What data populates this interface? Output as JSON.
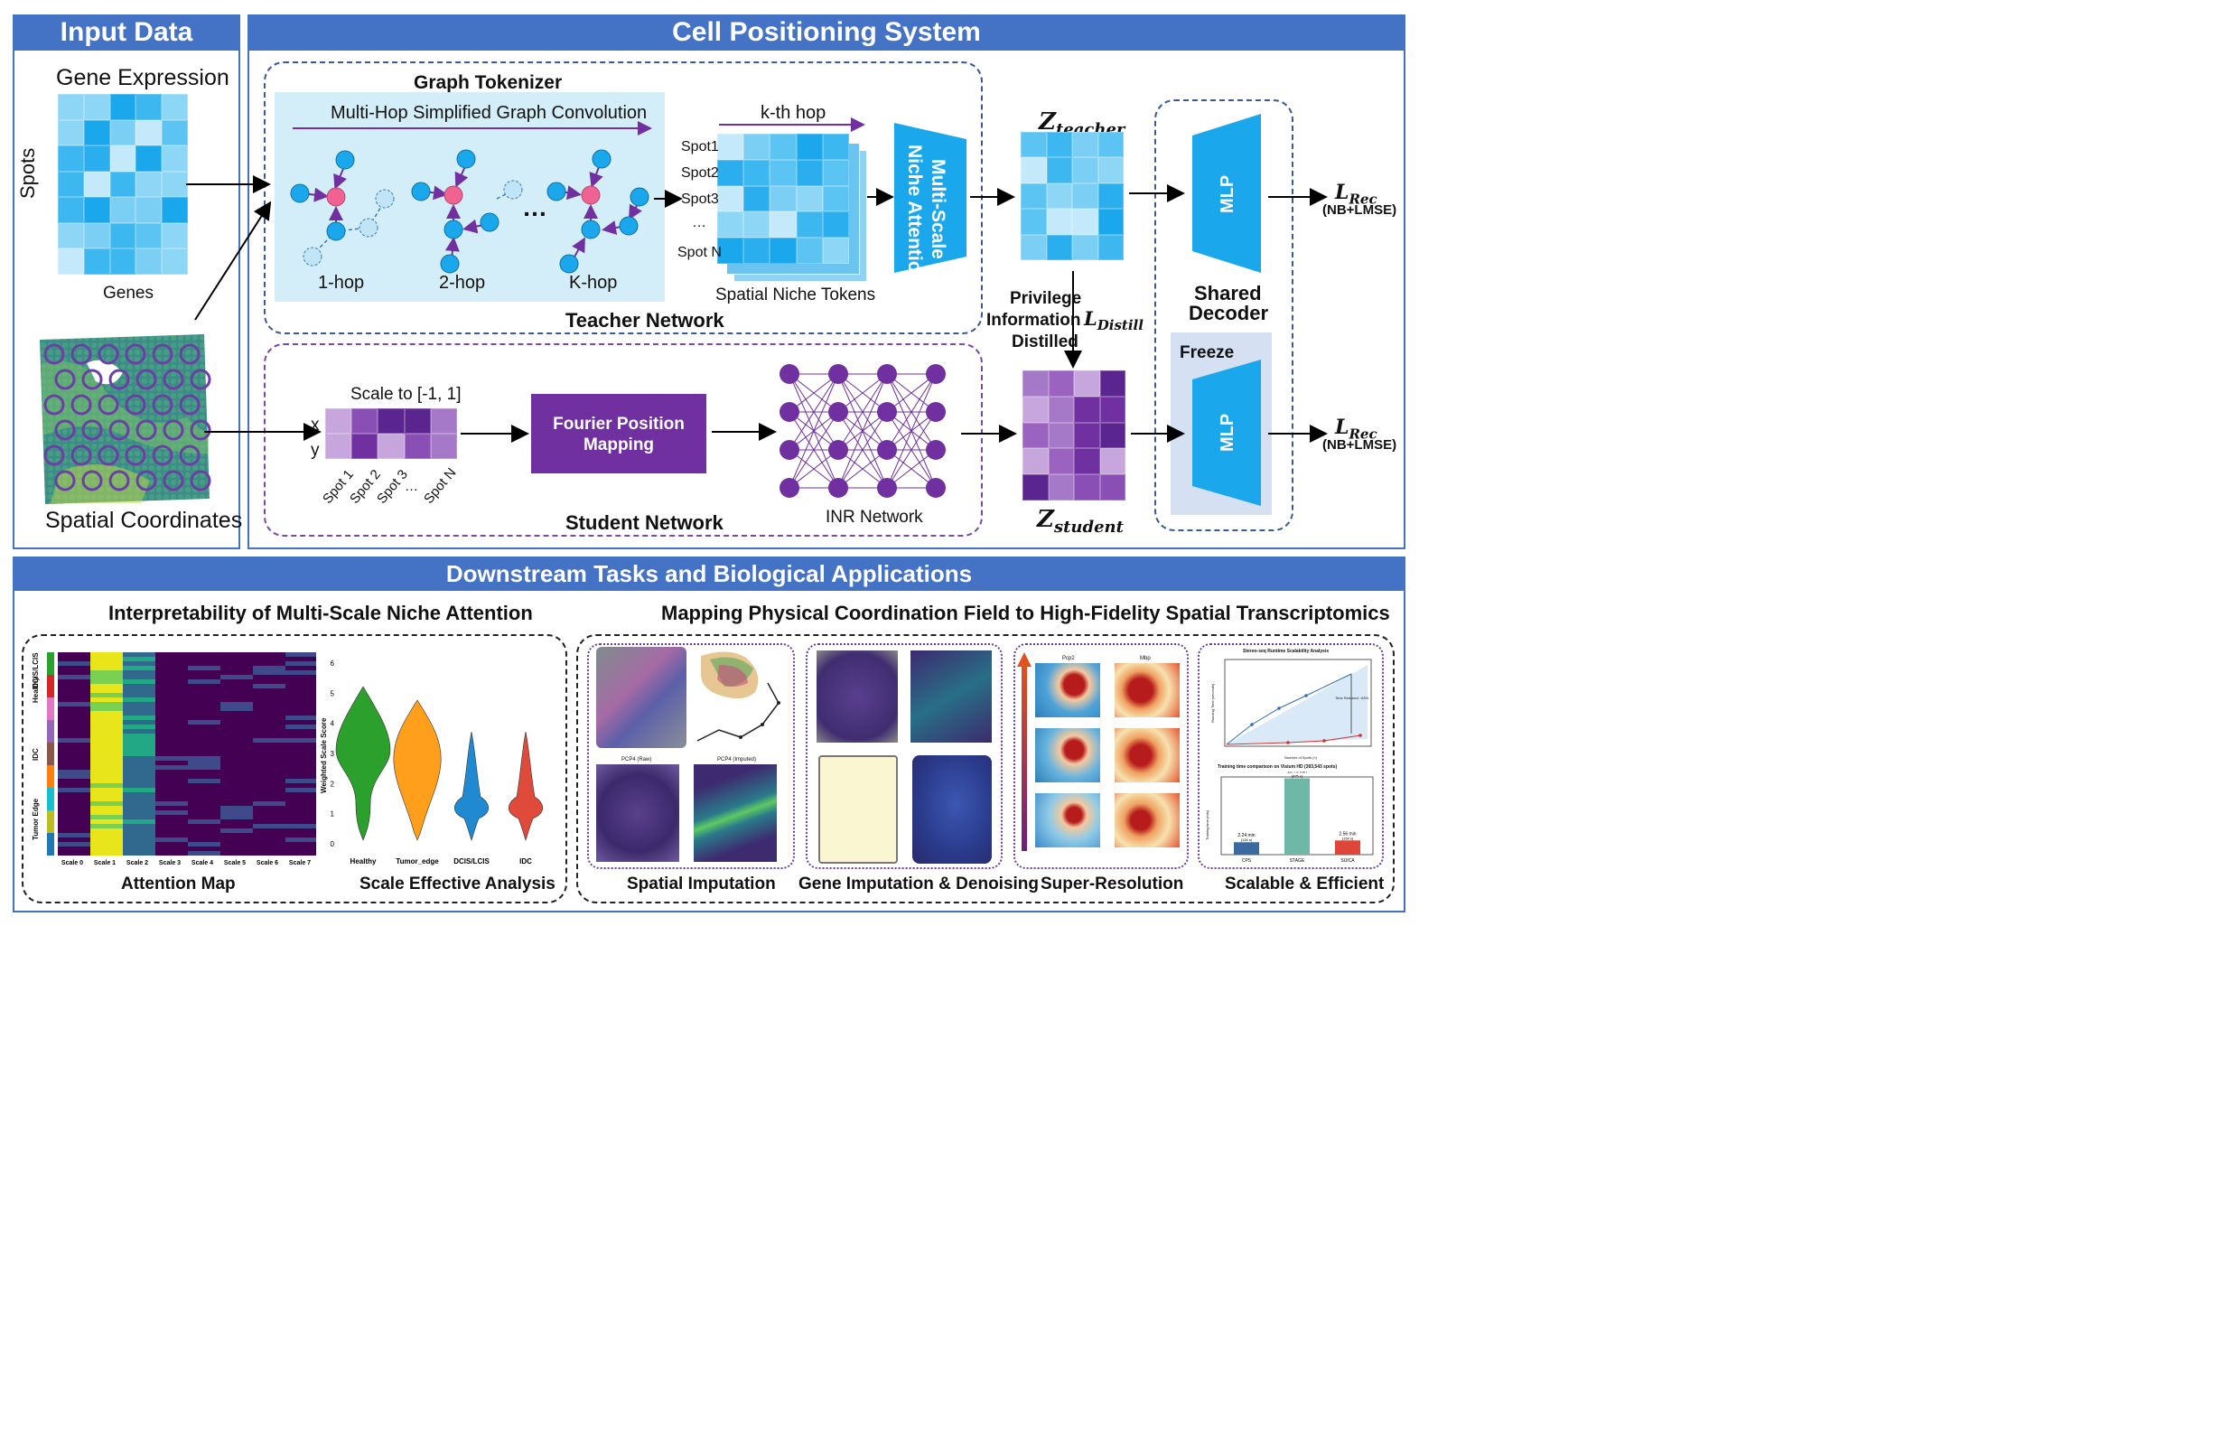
{
  "input_panel": {
    "title": "Input Data",
    "gene_expression": "Gene Expression",
    "spots": "Spots",
    "genes": "Genes",
    "spatial_coordinates": "Spatial Coordinates"
  },
  "cps_panel": {
    "title": "Cell Positioning System",
    "graph_tokenizer": "Graph Tokenizer",
    "multi_hop": "Multi-Hop Simplified Graph Convolution",
    "hop1": "1-hop",
    "hop2": "2-hop",
    "hopk": "K-hop",
    "ellipsis": "…",
    "kth_hop": "k-th hop",
    "spot_labels": [
      "Spot1",
      "Spot2",
      "Spot3",
      "…",
      "Spot N"
    ],
    "spatial_niche_tokens": "Spatial Niche Tokens",
    "multi_scale": "Multi-Scale",
    "niche_attention": "Niche Attention",
    "teacher_network": "Teacher Network",
    "z_teacher": "Z",
    "z_teacher_sub": "teacher",
    "privilege": "Privilege",
    "information": "Information",
    "distilled": "Distilled",
    "l_distill": "L",
    "l_distill_sub": "Distill",
    "scale_to": "Scale to [-1, 1]",
    "x": "x",
    "y": "y",
    "spot_axis": [
      "Spot 1",
      "Spot 2",
      "Spot 3",
      "…",
      "Spot N"
    ],
    "fourier_line1": "Fourier Position",
    "fourier_line2": "Mapping",
    "inr_network": "INR Network",
    "student_network": "Student Network",
    "z_student": "Z",
    "z_student_sub": "student",
    "mlp": "MLP",
    "shared": "Shared",
    "decoder": "Decoder",
    "freeze": "Freeze",
    "l_rec": "L",
    "l_rec_sub": "Rec",
    "nb_lmse": "(NB+LMSE)"
  },
  "downstream": {
    "title": "Downstream Tasks and Biological Applications",
    "left_title": "Interpretability of Multi-Scale Niche Attention",
    "right_title": "Mapping Physical Coordination Field to High-Fidelity Spatial Transcriptomics",
    "attention_map": "Attention Map",
    "scale_effective": "Scale Effective Analysis",
    "heat_row_labels": [
      "DCIS/LCIS",
      "Healthy",
      "IDC",
      "Tumor Edge"
    ],
    "heat_cols": [
      "Scale 0",
      "Scale 1",
      "Scale 2",
      "Scale 3",
      "Scale 4",
      "Scale 5",
      "Scale 6",
      "Scale 7"
    ],
    "violin_ylabel": "Weighted Scale Score",
    "violin_yticks": [
      "0",
      "1",
      "2",
      "3",
      "4",
      "5",
      "6"
    ],
    "violin_cats": [
      "Healthy",
      "Tumor_edge",
      "DCIS/LCIS",
      "IDC"
    ],
    "spatial_imputation": "Spatial Imputation",
    "gene_imputation": "Gene Imputation & Denoising",
    "super_resolution": "Super-Resolution",
    "scalable": "Scalable & Efficient",
    "pcp4_raw": "PCP4 (Raw)",
    "pcp4_imputed": "PCP4 (Imputed)",
    "sr_titles": [
      "Pcp2",
      "Mbp"
    ],
    "runtime_title": "Stereo-seq Runtime Scalability Analysis",
    "runtime_xlabel": "Number of Spots (×)",
    "runtime_ylabel": "Running Time (seconds)",
    "time_reduced": "Time Reduced ~83%",
    "training_title": "Training time comparison on Visium HD (393,543 spots)",
    "training_ylabel": "Training time (min)",
    "bar_names": [
      "CPS",
      "STAGE",
      "SUICA"
    ],
    "bar_labels": [
      "2.24 min",
      "13.75 min",
      "2.56 min"
    ],
    "bar_sub": [
      "(134 s)",
      "(825 s)",
      "(154 s)"
    ]
  },
  "colors": {
    "header_blue": "#4472C4",
    "cyan": "#1AA7EC",
    "purple": "#7030A0",
    "pink": "#F06292"
  },
  "chart_data": [
    {
      "type": "bar",
      "title": "Training time comparison on Visium HD (393,543 spots)",
      "categories": [
        "CPS",
        "STAGE",
        "SUICA"
      ],
      "values": [
        2.24,
        13.75,
        2.56
      ],
      "ylabel": "Training time (min)",
      "ylim": [
        0,
        14
      ]
    }
  ]
}
